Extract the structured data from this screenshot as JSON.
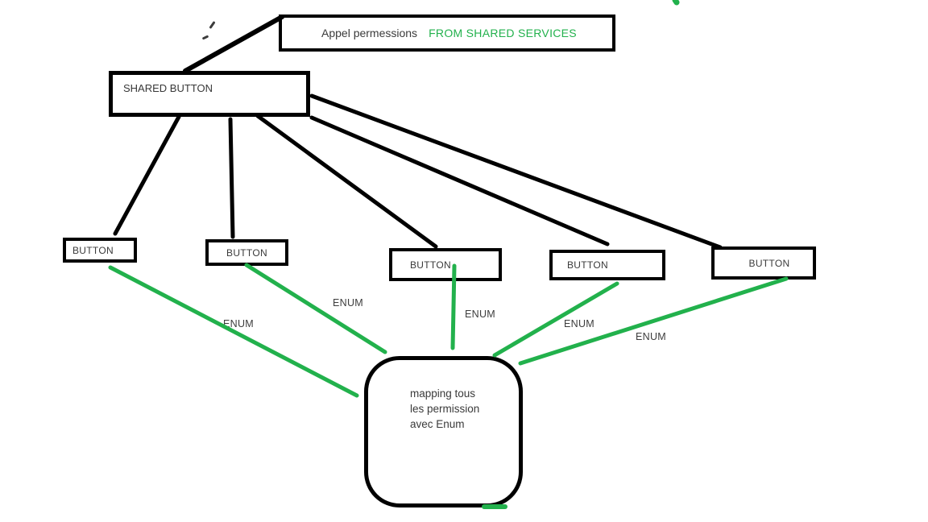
{
  "colors": {
    "ink_black": "#000000",
    "ink_green": "#22b14c",
    "text_dark": "#3a3a3a"
  },
  "nodes": {
    "service": {
      "text_dark": "Appel permessions",
      "text_green": "FROM SHARED SERVICES"
    },
    "shared_button": {
      "label": "SHARED BUTTON"
    },
    "buttons": [
      {
        "label": "BUTTON"
      },
      {
        "label": "BUTTON"
      },
      {
        "label": "BUTTON"
      },
      {
        "label": "BUTTON"
      },
      {
        "label": "BUTTON"
      }
    ],
    "mapping": {
      "line1": "mapping tous",
      "line2": "les permission",
      "line3": "avec Enum"
    }
  },
  "edge_labels": [
    "ENUM",
    "ENUM",
    "ENUM",
    "ENUM",
    "ENUM"
  ],
  "edges": {
    "black": [
      {
        "from": "shared-button",
        "to": "appel-permissions"
      },
      {
        "from": "shared-button",
        "to": "button-1"
      },
      {
        "from": "shared-button",
        "to": "button-2"
      },
      {
        "from": "shared-button",
        "to": "button-3"
      },
      {
        "from": "shared-button",
        "to": "button-4"
      },
      {
        "from": "shared-button",
        "to": "button-5"
      }
    ],
    "green": [
      {
        "from": "button-1",
        "to": "mapping",
        "label": "ENUM"
      },
      {
        "from": "button-2",
        "to": "mapping",
        "label": "ENUM"
      },
      {
        "from": "button-3",
        "to": "mapping",
        "label": "ENUM"
      },
      {
        "from": "button-4",
        "to": "mapping",
        "label": "ENUM"
      },
      {
        "from": "button-5",
        "to": "mapping",
        "label": "ENUM"
      }
    ]
  }
}
